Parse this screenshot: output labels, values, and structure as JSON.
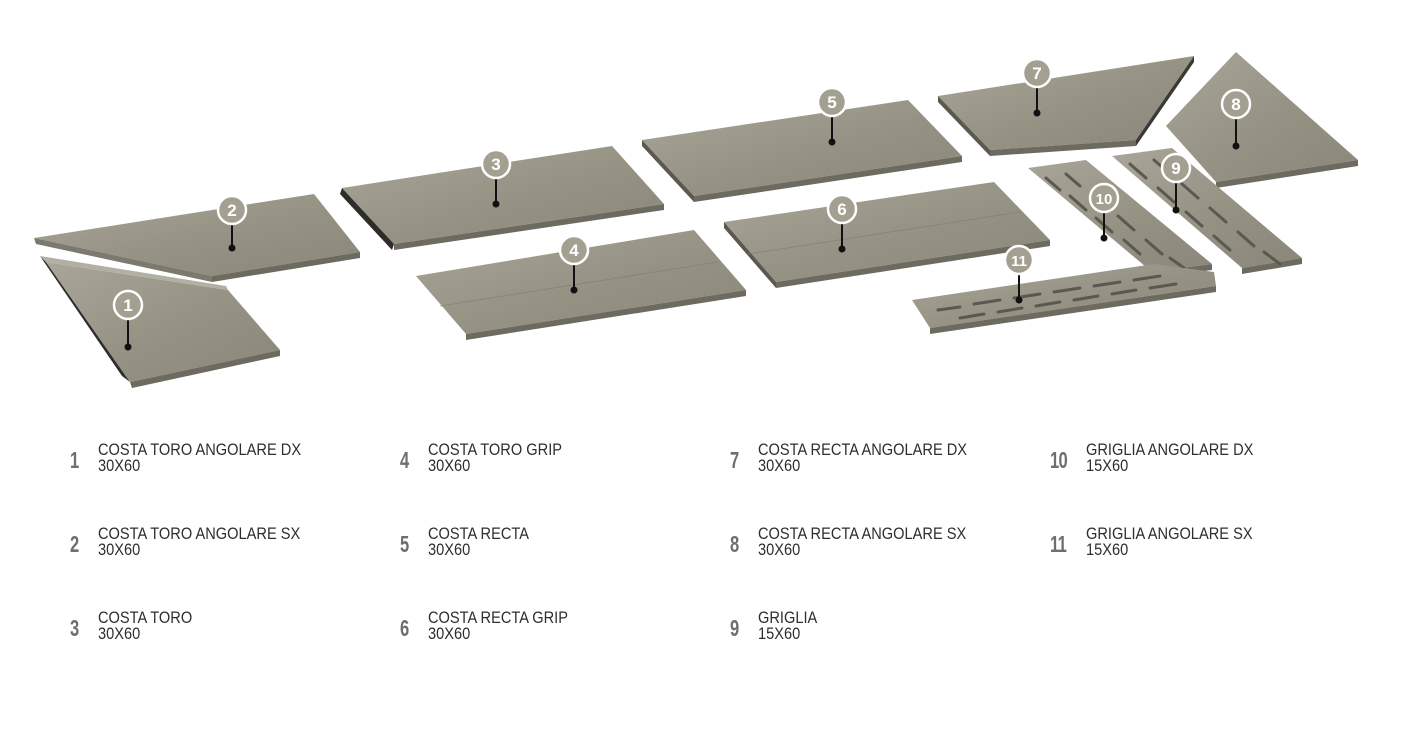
{
  "colors": {
    "tile_top": "#989588",
    "tile_top_light": "#a9a699",
    "tile_side": "#6d6a60",
    "tile_dark": "#3b3935",
    "badge_fill": "#a3a092",
    "badge_stroke": "#ffffff",
    "pin": "#111111",
    "legend_number": "#6e6e6e",
    "legend_text": "#2e2e2e"
  },
  "diagram": {
    "badges": [
      "1",
      "2",
      "3",
      "4",
      "5",
      "6",
      "7",
      "8",
      "9",
      "10",
      "11"
    ]
  },
  "legend": [
    {
      "num": "1",
      "name": "COSTA TORO ANGOLARE DX",
      "size": "30X60"
    },
    {
      "num": "2",
      "name": "COSTA TORO ANGOLARE SX",
      "size": "30X60"
    },
    {
      "num": "3",
      "name": "COSTA TORO",
      "size": "30X60"
    },
    {
      "num": "4",
      "name": "COSTA TORO GRIP",
      "size": "30X60"
    },
    {
      "num": "5",
      "name": "COSTA RECTA",
      "size": "30X60"
    },
    {
      "num": "6",
      "name": "COSTA RECTA GRIP",
      "size": "30X60"
    },
    {
      "num": "7",
      "name": "COSTA RECTA ANGOLARE DX",
      "size": "30X60"
    },
    {
      "num": "8",
      "name": "COSTA RECTA ANGOLARE SX",
      "size": "30X60"
    },
    {
      "num": "9",
      "name": "GRIGLIA",
      "size": "15X60"
    },
    {
      "num": "10",
      "name": "GRIGLIA ANGOLARE DX",
      "size": "15X60"
    },
    {
      "num": "11",
      "name": "GRIGLIA ANGOLARE SX",
      "size": "15X60"
    }
  ]
}
